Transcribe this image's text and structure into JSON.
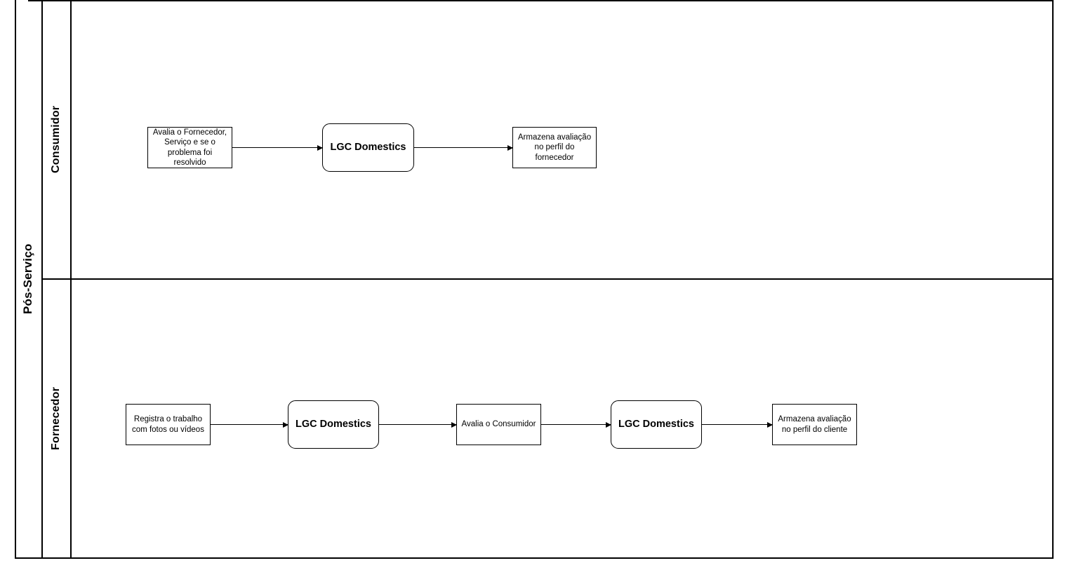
{
  "diagram": {
    "type": "bpmn-swimlane",
    "pool": {
      "label": "Pós-Serviço"
    },
    "lanes": [
      {
        "id": "consumidor",
        "label": "Consumidor",
        "nodes": [
          {
            "id": "c1",
            "kind": "task",
            "label": "Avalia o Fornecedor, Serviço e se o problema foi resolvido"
          },
          {
            "id": "c2",
            "kind": "system",
            "label": "LGC Domestics"
          },
          {
            "id": "c3",
            "kind": "task",
            "label": "Armazena avaliação no perfil do fornecedor"
          }
        ]
      },
      {
        "id": "fornecedor",
        "label": "Fornecedor",
        "nodes": [
          {
            "id": "f1",
            "kind": "task",
            "label": "Registra o trabalho com fotos ou vídeos"
          },
          {
            "id": "f2",
            "kind": "system",
            "label": "LGC Domestics"
          },
          {
            "id": "f3",
            "kind": "task",
            "label": "Avalia o Consumidor"
          },
          {
            "id": "f4",
            "kind": "system",
            "label": "LGC Domestics"
          },
          {
            "id": "f5",
            "kind": "task",
            "label": "Armazena avaliação no perfil do cliente"
          }
        ]
      }
    ],
    "colors": {
      "stroke": "#000000",
      "fill": "#ffffff",
      "text": "#000000"
    }
  }
}
